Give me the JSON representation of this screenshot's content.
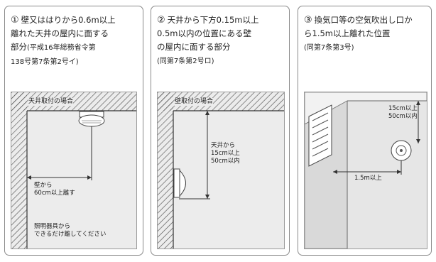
{
  "panel1": {
    "number": "①",
    "caption_lines": [
      "壁又ははりから0.6m以上",
      "離れた天井の屋内に面する",
      "部分"
    ],
    "reference_lines": [
      "(平成16年総務省令第",
      "138号第7条第2号イ)"
    ],
    "header_label": "天井取付の場合",
    "dim_label_lines": [
      "壁から",
      "60cm以上離す"
    ],
    "note_lines": [
      "照明器具から",
      "できるだけ離してください"
    ]
  },
  "panel2": {
    "number": "②",
    "caption_lines": [
      "天井から下方0.15m以上",
      "0.5m以内の位置にある壁",
      "の屋内に面する部分"
    ],
    "reference": "(同第7条第2号ロ)",
    "header_label": "壁取付の場合",
    "dim_label_lines": [
      "天井から",
      "15cm以上",
      "50cm以内"
    ]
  },
  "panel3": {
    "number": "③",
    "caption_lines": [
      "換気口等の空気吹出し口か",
      "ら1.5m以上離れた位置"
    ],
    "reference": "(同第7条第3号)",
    "dim_label_lines": [
      "15cm以上",
      "50cm以内"
    ],
    "distance_label": "1.5m以上"
  }
}
